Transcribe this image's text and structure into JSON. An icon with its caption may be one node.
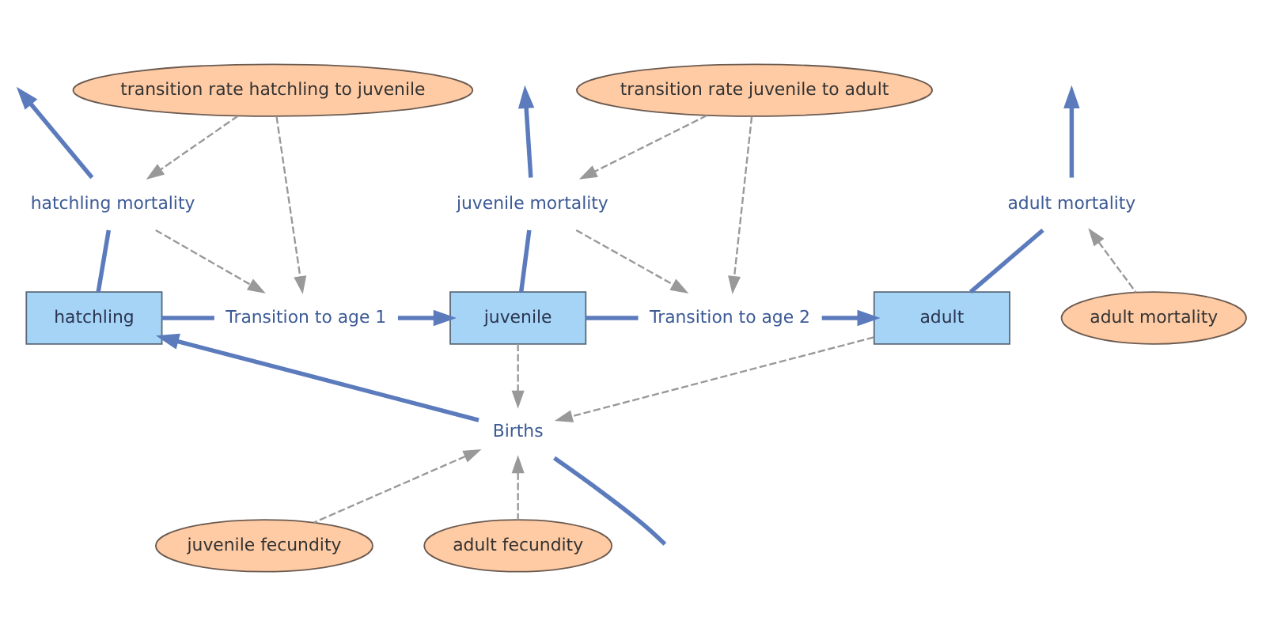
{
  "diagram": {
    "nodes": [
      {
        "text": [
          "transition rate hatchling to juvenile"
        ]
      },
      {
        "text": [
          "transition rate juvenile to adult"
        ]
      },
      {
        "text": [
          "hatchling mortality"
        ]
      },
      {
        "text": [
          "juvenile mortality"
        ]
      },
      {
        "text": [
          "adult mortality"
        ]
      },
      {
        "text": [
          "hatchling"
        ]
      },
      {
        "text": [
          "Transition to age 1"
        ]
      },
      {
        "text": [
          "juvenile"
        ]
      },
      {
        "text": [
          "Transition to age 2"
        ]
      },
      {
        "text": [
          "adult"
        ]
      },
      {
        "text": [
          "Births"
        ]
      },
      {
        "text": [
          "adult mortality"
        ]
      },
      {
        "text": [
          "juvenile fecundity"
        ]
      },
      {
        "text": [
          "adult fecundity"
        ]
      }
    ],
    "edges": [
      {
        "from": 5,
        "to": 2,
        "arrow": "none"
      },
      {
        "from": 2,
        "to": null,
        "arrow": "to"
      },
      {
        "from": 5,
        "to": 6,
        "arrow": "none"
      },
      {
        "from": 6,
        "to": 7,
        "arrow": "to"
      },
      {
        "from": 7,
        "to": 3,
        "arrow": "none"
      },
      {
        "from": 3,
        "to": null,
        "arrow": "to"
      },
      {
        "from": 7,
        "to": 8,
        "arrow": "none"
      },
      {
        "from": 8,
        "to": 9,
        "arrow": "to"
      },
      {
        "from": 9,
        "to": 4,
        "arrow": "none"
      },
      {
        "from": 4,
        "to": null,
        "arrow": "to"
      },
      {
        "from": null,
        "to": 10,
        "arrow": "none"
      },
      {
        "from": 10,
        "to": 5,
        "arrow": "to"
      },
      {
        "from": 0,
        "to": 2,
        "arrow": "to",
        "style": "dashed",
        "color": "#999999"
      },
      {
        "from": 0,
        "to": 6,
        "arrow": "to",
        "style": "dashed",
        "color": "#999999"
      },
      {
        "from": 2,
        "to": 6,
        "arrow": "to",
        "style": "dashed",
        "color": "#999999"
      },
      {
        "from": 1,
        "to": 3,
        "arrow": "to",
        "style": "dashed",
        "color": "#999999"
      },
      {
        "from": 1,
        "to": 8,
        "arrow": "to",
        "style": "dashed",
        "color": "#999999"
      },
      {
        "from": 3,
        "to": 8,
        "arrow": "to",
        "style": "dashed",
        "color": "#999999"
      },
      {
        "from": 11,
        "to": 4,
        "arrow": "to",
        "style": "dashed",
        "color": "#999999"
      },
      {
        "from": 7,
        "to": 10,
        "arrow": "to",
        "style": "dashed",
        "color": "#999999"
      },
      {
        "from": 9,
        "to": 10,
        "arrow": "to",
        "style": "dashed",
        "color": "#999999"
      },
      {
        "from": 12,
        "to": 10,
        "arrow": "to",
        "style": "dashed",
        "color": "#999999"
      },
      {
        "from": 13,
        "to": 10,
        "arrow": "to",
        "style": "dashed",
        "color": "#999999"
      }
    ]
  }
}
